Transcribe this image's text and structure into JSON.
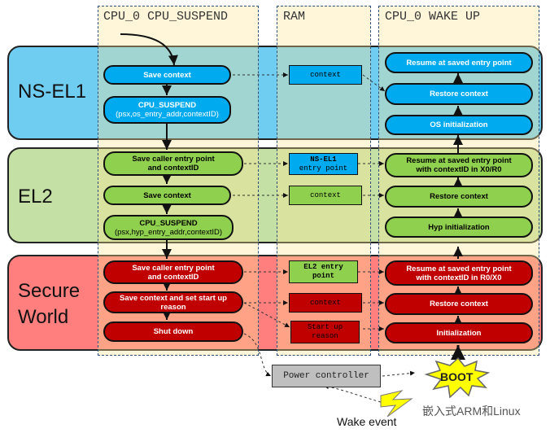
{
  "columns": {
    "suspend": "CPU_0 CPU_SUSPEND",
    "ram": "RAM",
    "wakeup": "CPU_0 WAKE UP"
  },
  "bands": {
    "ns_el1": "NS-EL1",
    "el2": "EL2",
    "secure_line1": "Secure",
    "secure_line2": "World"
  },
  "suspend": {
    "save_context": "Save context",
    "cpu_suspend_ns_title": "CPU_SUSPEND",
    "cpu_suspend_ns_args": "(psx,os_entry_addr,contextID)",
    "el2_save_entry_1": "Save caller entry point",
    "el2_save_entry_2": "and contextID",
    "el2_save_context": "Save context",
    "cpu_suspend_el2_title": "CPU_SUSPEND",
    "cpu_suspend_el2_args": "(psx,hyp_entry_addr,contextID)",
    "sec_save_entry_1": "Save caller entry point",
    "sec_save_entry_2": "and contextID",
    "sec_save_context_1": "Save context and set start up",
    "sec_save_context_2": "reason",
    "shut_down": "Shut down"
  },
  "ram": {
    "ns_context": "context",
    "el2_nsel1_1": "NS-EL1",
    "el2_nsel1_2": "entry point",
    "el2_context": "context",
    "sec_el2_1": "EL2 entry",
    "sec_el2_2": "point",
    "sec_context": "context",
    "sec_startup_1": "Start up",
    "sec_startup_2": "reason"
  },
  "wakeup": {
    "ns_resume": "Resume at saved entry point",
    "ns_restore": "Restore context",
    "ns_os_init": "OS initialization",
    "el2_resume_1": "Resume at saved entry point",
    "el2_resume_2": "with contextID in X0/R0",
    "el2_restore": "Restore context",
    "el2_hyp_init": "Hyp initialization",
    "sec_resume_1": "Resume at saved entry point",
    "sec_resume_2": "with contextID in R0/X0",
    "sec_restore": "Restore context",
    "sec_init": "Initialization"
  },
  "power_controller": "Power controller",
  "boot": "BOOT",
  "wake_event": "Wake event",
  "watermark": "嵌入式ARM和Linux",
  "colors": {
    "blue": "#00aaee",
    "green": "#8fd14f",
    "red": "#c00000",
    "band_blue": "#6fcdf2",
    "band_green": "#c5e0a5",
    "band_red": "#ff7f7f"
  }
}
